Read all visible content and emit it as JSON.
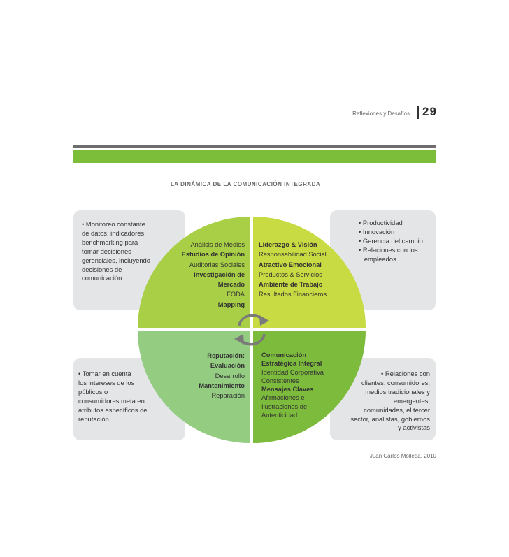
{
  "header": {
    "section": "Reflexiones y Desafíos",
    "page_number": "29"
  },
  "title": "LA DINÁMICA DE LA COMUNICACIÓN INTEGRADA",
  "colors": {
    "accent_green": "#7cbd3a",
    "q_top_left": "#a8cf45",
    "q_top_right": "#c8db42",
    "q_bottom_left": "#94cc82",
    "q_bottom_right": "#7dbb3c",
    "box_gray": "#e4e5e6"
  },
  "boxes": {
    "top_left": [
      "• Monitoreo constante",
      "de datos, indicadores,",
      "benchmarking para",
      "tomar decisiones",
      "gerenciales, incluyendo",
      "decisiones de",
      "comunicación"
    ],
    "top_right": [
      "• Productividad",
      "• Innovación",
      "• Gerencia del cambio",
      "• Relaciones con los",
      "   empleados"
    ],
    "bottom_left": [
      "• Tomar en cuenta",
      "los intereses de los",
      "públicos o",
      "consumidores meta en",
      "atributos específicos de",
      "reputación"
    ],
    "bottom_right": [
      "• Relaciones con",
      "clientes, consumidores,",
      "medios tradicionales y",
      "emergentes,",
      "comunidades, el tercer",
      "sector, analistas, gobiernos",
      "y activistas"
    ]
  },
  "quadrants": {
    "top_left": [
      {
        "text": "Análisis de Medios",
        "bold": false
      },
      {
        "text": "Estudios de Opinión",
        "bold": true
      },
      {
        "text": "Auditorias Sociales",
        "bold": false
      },
      {
        "text": "Investigación de",
        "bold": true
      },
      {
        "text": "Mercado",
        "bold": true
      },
      {
        "text": "FODA",
        "bold": false
      },
      {
        "text": "Mapping",
        "bold": true
      }
    ],
    "top_right": [
      {
        "text": "Liderazgo & Visión",
        "bold": true
      },
      {
        "text": "Responsabilidad Social",
        "bold": false
      },
      {
        "text": "Atractivo Emocional",
        "bold": true
      },
      {
        "text": "Productos & Servicios",
        "bold": false
      },
      {
        "text": "Ambiente de Trabajo",
        "bold": true
      },
      {
        "text": "Resultados Financieros",
        "bold": false
      }
    ],
    "bottom_left": [
      {
        "text": "Reputación:",
        "bold": true
      },
      {
        "text": "Evaluación",
        "bold": true
      },
      {
        "text": "Desarrollo",
        "bold": false
      },
      {
        "text": "Mantenimiento",
        "bold": true
      },
      {
        "text": "Reparación",
        "bold": false
      }
    ],
    "bottom_right": [
      {
        "text": "Comunicación",
        "bold": true
      },
      {
        "text": "Estratégica Integral",
        "bold": true
      },
      {
        "text": "Identidad Corporativa",
        "bold": false
      },
      {
        "text": "Consistentes",
        "bold": false
      },
      {
        "text": "Mensajes Claves",
        "bold": true
      },
      {
        "text": "Afirmaciones e",
        "bold": false
      },
      {
        "text": "Ilustraciones de",
        "bold": false
      },
      {
        "text": "Autenticidad",
        "bold": false
      }
    ]
  },
  "center_icon": "cycle-arrows-icon",
  "credit": "Juan Carlos Molleda, 2010"
}
